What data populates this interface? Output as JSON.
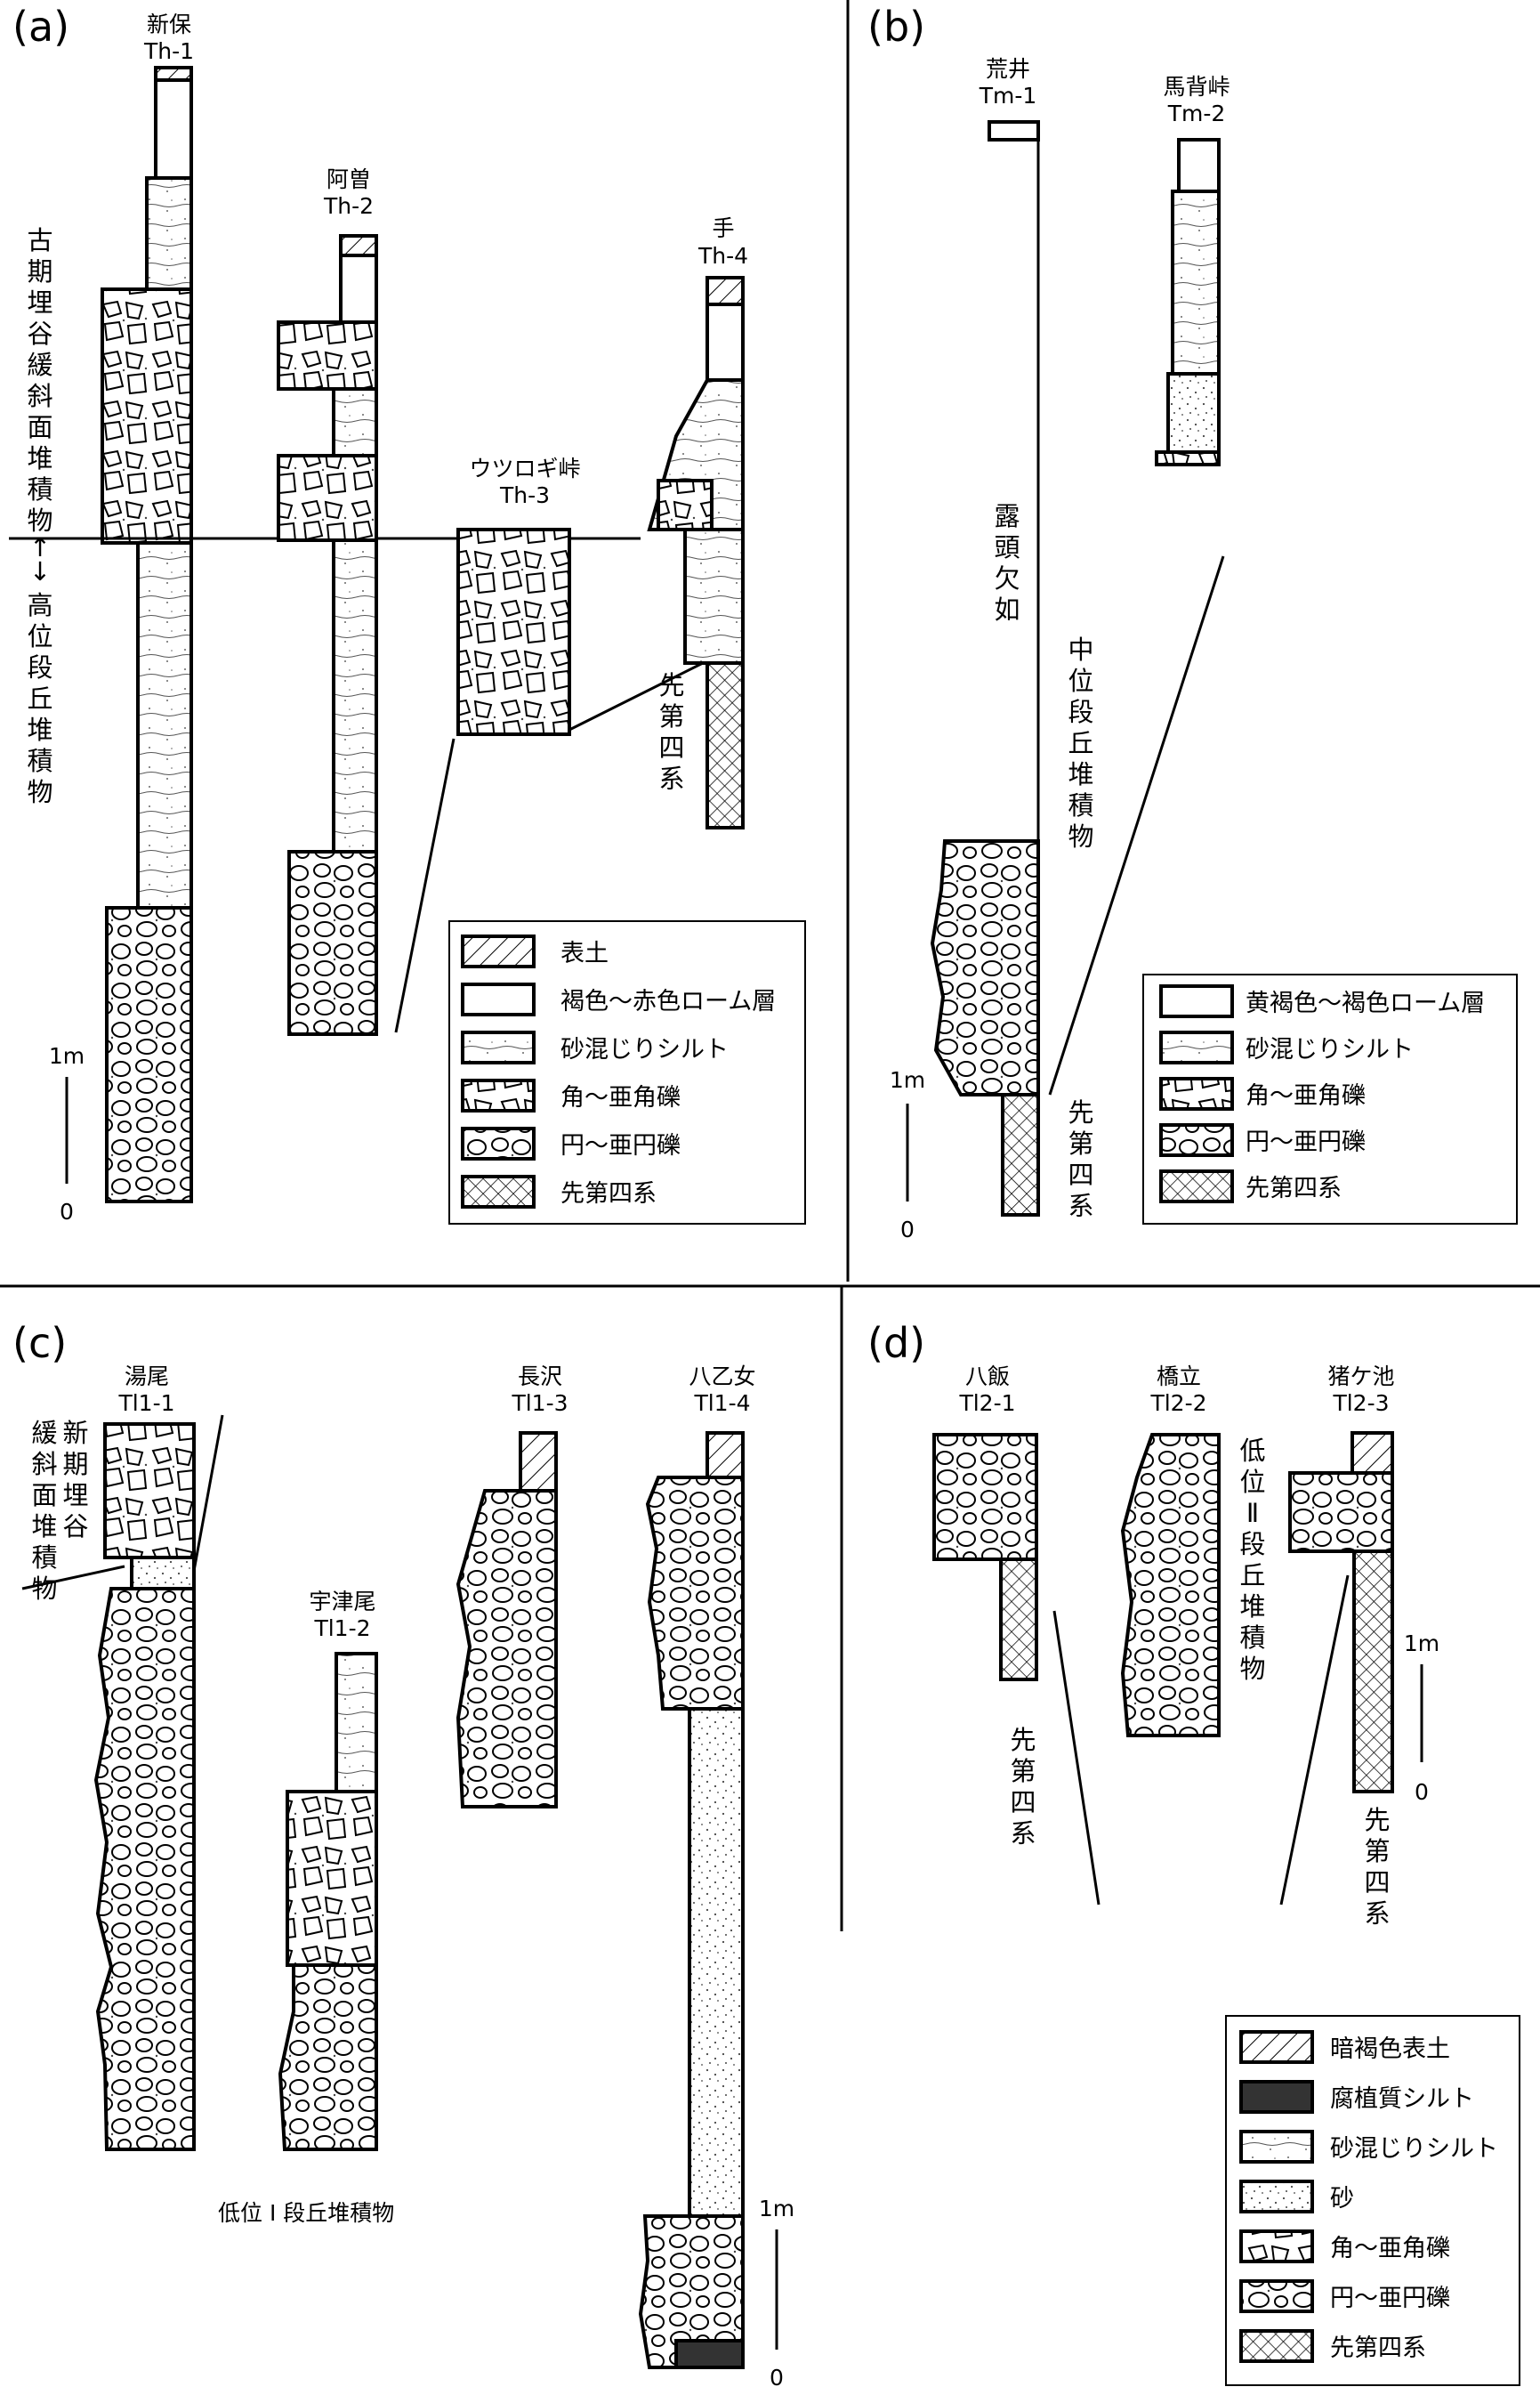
{
  "panels": {
    "a": {
      "label": "(a)",
      "columns": [
        {
          "place": "新保",
          "code": "Th-1"
        },
        {
          "place": "阿曽",
          "code": "Th-2"
        },
        {
          "place": "ウツロギ峠",
          "code": "Th-3"
        },
        {
          "place": "手",
          "code": "Th-4"
        }
      ],
      "upper_unit": "古期埋谷緩斜面堆積物↑",
      "lower_unit": "↓高位段丘堆積物",
      "pre_quaternary": "先第四系",
      "scale_top": "1m",
      "scale_bottom": "0",
      "legend": [
        "表土",
        "褐色～赤色ローム層",
        "砂混じりシルト",
        "角～亜角礫",
        "円～亜円礫",
        "先第四系"
      ]
    },
    "b": {
      "label": "(b)",
      "columns": [
        {
          "place": "荒井",
          "code": "Tm-1"
        },
        {
          "place": "馬背峠",
          "code": "Tm-2"
        }
      ],
      "no_outcrop": "露頭欠如",
      "unit": "中位段丘堆積物",
      "pre_quaternary": "先第四系",
      "scale_top": "1m",
      "scale_bottom": "0",
      "legend": [
        "黄褐色～褐色ローム層",
        "砂混じりシルト",
        "角～亜角礫",
        "円～亜円礫",
        "先第四系"
      ]
    },
    "c": {
      "label": "(c)",
      "columns": [
        {
          "place": "湯尾",
          "code": "Tl1-1"
        },
        {
          "place": "宇津尾",
          "code": "Tl1-2"
        },
        {
          "place": "長沢",
          "code": "Tl1-3"
        },
        {
          "place": "八乙女",
          "code": "Tl1-4"
        }
      ],
      "upper_unit": "新期埋谷緩斜面堆積物",
      "unit": "低位 I 段丘堆積物",
      "scale_top": "1m",
      "scale_bottom": "0"
    },
    "d": {
      "label": "(d)",
      "columns": [
        {
          "place": "八飯",
          "code": "Tl2-1"
        },
        {
          "place": "橋立",
          "code": "Tl2-2"
        },
        {
          "place": "猪ケ池",
          "code": "Tl2-3"
        }
      ],
      "unit": "低位 II 段丘堆積物",
      "pre_quaternary_1": "先第四系",
      "pre_quaternary_2": "先第四系",
      "scale_top": "1m",
      "scale_bottom": "0",
      "legend": [
        "暗褐色表土",
        "腐植質シルト",
        "砂混じりシルト",
        "砂",
        "角～亜角礫",
        "円～亜円礫",
        "先第四系"
      ]
    }
  }
}
